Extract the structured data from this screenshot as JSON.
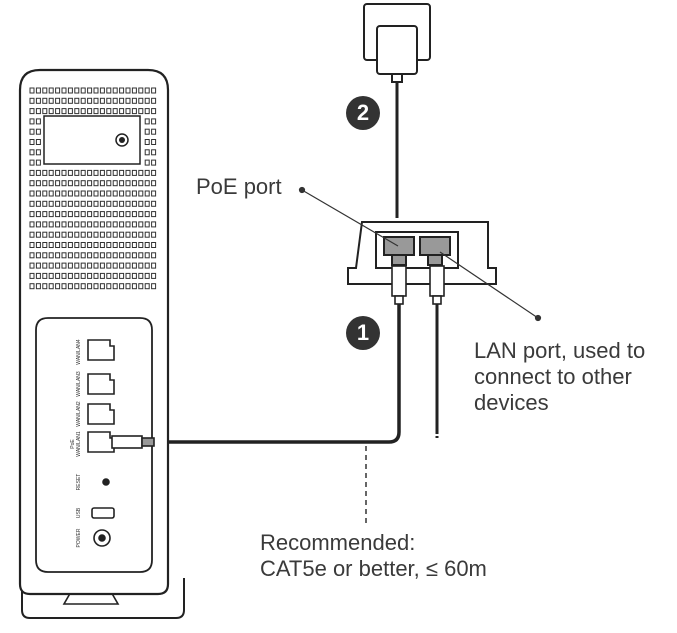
{
  "labels": {
    "poe_port": "PoE port",
    "lan_port_line1": "LAN port, used to",
    "lan_port_line2": "connect to other",
    "lan_port_line3": "devices",
    "cable_line1": "Recommended:",
    "cable_line2": "CAT5e or better, ≤ 60m"
  },
  "steps": [
    "1",
    "2"
  ],
  "router_port_labels": {
    "port4": "WAN/LAN4",
    "port3": "WAN/LAN3",
    "port2": "WAN/LAN2",
    "port1_line1": "PoE",
    "port1_line2": "WAN/LAN1",
    "reset": "RESET",
    "usb": "USB",
    "power": "POWER"
  },
  "icons": [
    "router-device",
    "poe-injector",
    "power-adapter",
    "ethernet-plug"
  ],
  "colors": {
    "line": "#222222",
    "fill": "#ffffff",
    "plug": "#999999"
  }
}
